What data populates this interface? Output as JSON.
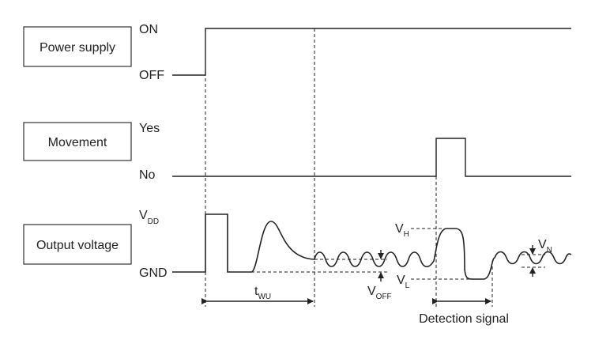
{
  "rows": {
    "power": {
      "name": "Power supply",
      "high": "ON",
      "low": "OFF"
    },
    "movement": {
      "name": "Movement",
      "high": "Yes",
      "low": "No"
    },
    "output": {
      "name": "Output voltage",
      "high_main": "V",
      "high_sub": "DD",
      "low": "GND"
    }
  },
  "annotations": {
    "twu_main": "t",
    "twu_sub": "WU",
    "vh_main": "V",
    "vh_sub": "H",
    "vl_main": "V",
    "vl_sub": "L",
    "voff_main": "V",
    "voff_sub": "OFF",
    "vn_main": "V",
    "vn_sub": "N",
    "detection": "Detection signal"
  },
  "colors": {
    "ink": "#222222",
    "background": "#ffffff"
  }
}
